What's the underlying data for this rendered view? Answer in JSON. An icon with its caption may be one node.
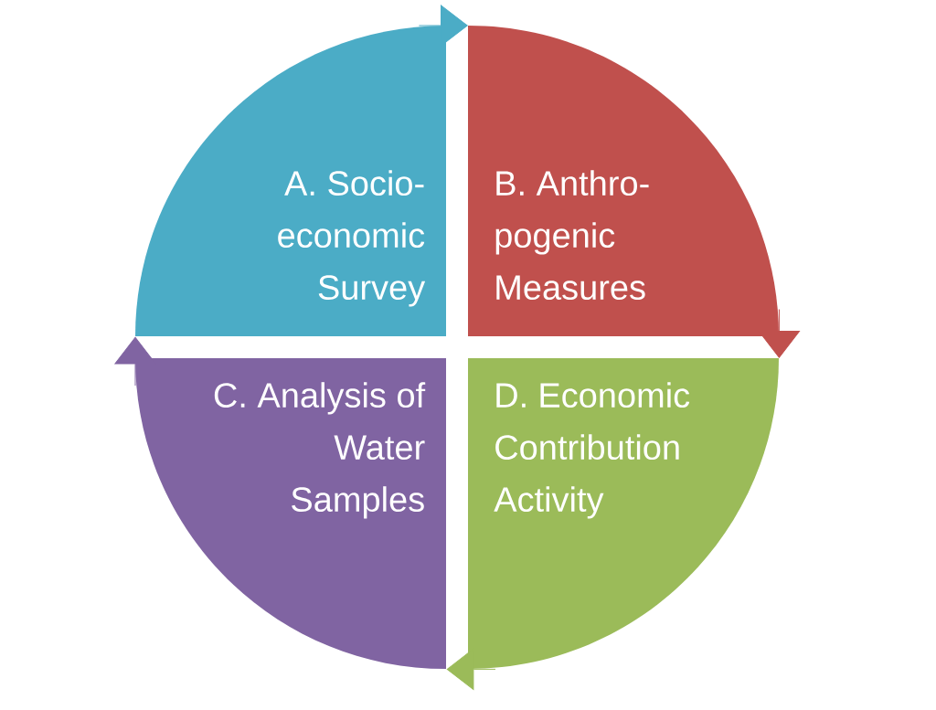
{
  "diagram": {
    "nodes": [
      {
        "text": [
          "A. Socio-economic Survey"
        ]
      },
      {
        "text": [
          "B. Anthro-pogenic Measures"
        ]
      },
      {
        "text": [
          "C. Analysis of Water Samples"
        ]
      },
      {
        "text": [
          "D. Economic Contribution Activity"
        ]
      }
    ],
    "edges": [
      {
        "from": 0,
        "to": 1,
        "arrow": "to",
        "color": "#4bacc6"
      },
      {
        "from": 1,
        "to": 3,
        "arrow": "to",
        "color": "#c0504d"
      },
      {
        "from": 3,
        "to": 2,
        "arrow": "to",
        "color": "#9bbb59"
      },
      {
        "from": 2,
        "to": 0,
        "arrow": "to",
        "color": "#8064a2"
      }
    ]
  }
}
